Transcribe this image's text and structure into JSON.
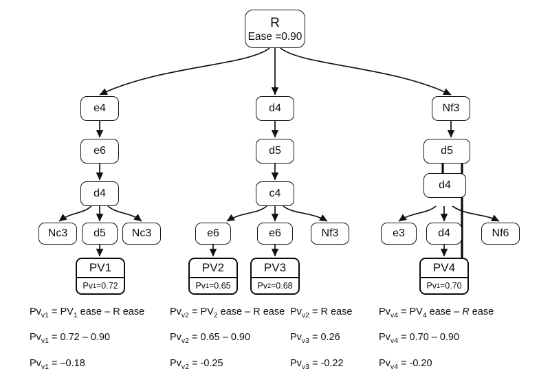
{
  "diagram": {
    "title": "Chess move decision tree with positional value (PV) computations",
    "accent_color": "#111111",
    "background_color": "#ffffff",
    "root": {
      "label": "R",
      "ease_label": "Ease =0.90"
    },
    "branches": [
      {
        "id": "branch-1",
        "chain": [
          "e4",
          "e6",
          "d4"
        ],
        "leaves": [
          "Nc3",
          "d5",
          "Nc3"
        ],
        "pv": {
          "title": "PV1",
          "value_label": "Pv",
          "value_sub": "1",
          "value": "0.72"
        }
      },
      {
        "id": "branch-2",
        "chain": [
          "d4",
          "d5",
          "c4"
        ],
        "leaves": [
          "e6",
          "e6",
          "Nf3"
        ],
        "pv": {
          "title": "PV2",
          "value_label": "Pv",
          "value_sub": "1",
          "value": "0.65"
        }
      },
      {
        "id": "branch-2b",
        "pv": {
          "title": "PV3",
          "value_label": "Pv",
          "value_sub": "2",
          "value": "0.68"
        }
      },
      {
        "id": "branch-3",
        "chain": [
          "Nf3",
          "d5",
          "d4"
        ],
        "leaves": [
          "e3",
          "d4",
          "Nf6"
        ],
        "pv": {
          "title": "PV4",
          "value_label": "Pv",
          "value_sub": "1",
          "value": "0.70"
        }
      }
    ],
    "formulas": [
      {
        "id": "formula-pv1",
        "lines": [
          {
            "sub": "v1",
            "rhs": "PV",
            "rhs_sub": "1",
            "rhs_tail": " ease – R ease",
            "italic_r": false
          },
          {
            "sub": "v1",
            "plain": "0.72 – 0.90"
          },
          {
            "sub": "v1",
            "plain": "–0.18"
          }
        ]
      },
      {
        "id": "formula-pv2",
        "lines": [
          {
            "sub": "v2",
            "rhs": "PV",
            "rhs_sub": "2",
            "rhs_tail": " ease – R ease",
            "italic_r": false
          },
          {
            "sub": "v2",
            "plain": "0.65 – 0.90"
          },
          {
            "sub": "v2",
            "plain": "-0.25"
          }
        ]
      },
      {
        "id": "formula-pv3",
        "lines": [
          {
            "sub": "v2",
            "plain": "R ease"
          },
          {
            "sub": "v3",
            "plain": "0.26"
          },
          {
            "sub": "v3",
            "plain": "-0.22"
          }
        ]
      },
      {
        "id": "formula-pv4",
        "lines": [
          {
            "sub": "v4",
            "rhs": "PV",
            "rhs_sub": "4",
            "rhs_tail": " ease – ",
            "italic_r": true,
            "r_tail": " ease"
          },
          {
            "sub": "v4",
            "plain": "0.70 – 0.90"
          },
          {
            "sub": "v4",
            "plain": "-0.20"
          }
        ]
      }
    ],
    "formula_prefix": "Pv"
  }
}
